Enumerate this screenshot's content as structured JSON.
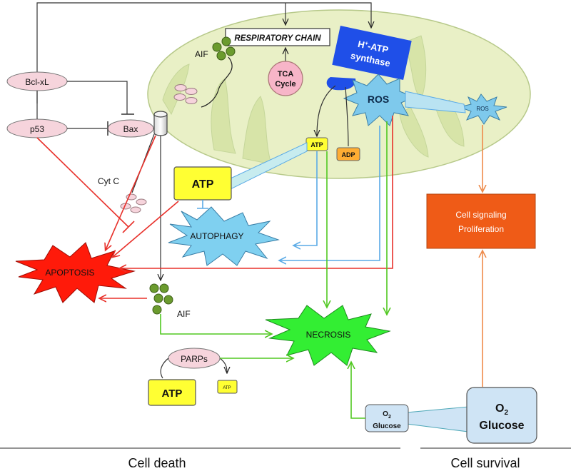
{
  "labels": {
    "respiratory_chain": "RESPIRATORY CHAIN",
    "atp_synthase_line1": "H",
    "atp_synthase_sup": "+",
    "atp_synthase_line1_rest": "-ATP",
    "atp_synthase_line2": "synthase",
    "tca_line1": "TCA",
    "tca_line2": "Cycle",
    "aif_top": "AIF",
    "aif_bottom": "AIF",
    "bclxl": "Bcl-xL",
    "p53": "p53",
    "bax": "Bax",
    "cytc": "Cyt C",
    "ros_large": "ROS",
    "ros_small": "ROS",
    "atp_small": "ATP",
    "adp": "ADP",
    "atp_big": "ATP",
    "autophagy": "AUTOPHAGY",
    "apoptosis": "APOPTOSIS",
    "necrosis": "NECROSIS",
    "cell_signaling_line1": "Cell signaling",
    "cell_signaling_line2": "Proliferation",
    "parps": "PARPs",
    "atp_parp": "ATP",
    "atp_tiny": "ATP",
    "o2_small": "O",
    "o2_small_sub": "2",
    "glucose_small": "Glucose",
    "o2_large": "O",
    "o2_large_sub": "2",
    "glucose_large": "Glucose",
    "cell_death": "Cell death",
    "cell_survival": "Cell survival"
  },
  "colors": {
    "mito_fill": "#e9f0c6",
    "mito_stroke": "#b7c98a",
    "crista_fill": "#d7e4a8",
    "ros_fill": "#7ec9ec",
    "atp_yellow": "#ffff33",
    "adp_orange": "#ffad33",
    "tca_pink": "#f7b5c8",
    "protein_pink": "#f6d4dc",
    "apoptosis_red": "#ff1a0a",
    "necrosis_green": "#33ee33",
    "autophagy_blue": "#7fd0f0",
    "signaling_orange": "#ef5b17",
    "synthase_blue": "#1f4fe8",
    "aif_green": "#6b9b2e",
    "o2_box": "#cfe4f5",
    "red_arrow": "#e8302a",
    "green_arrow": "#50c820",
    "blue_arrow": "#5aaae6",
    "orange_arrow": "#ee8a4a"
  }
}
